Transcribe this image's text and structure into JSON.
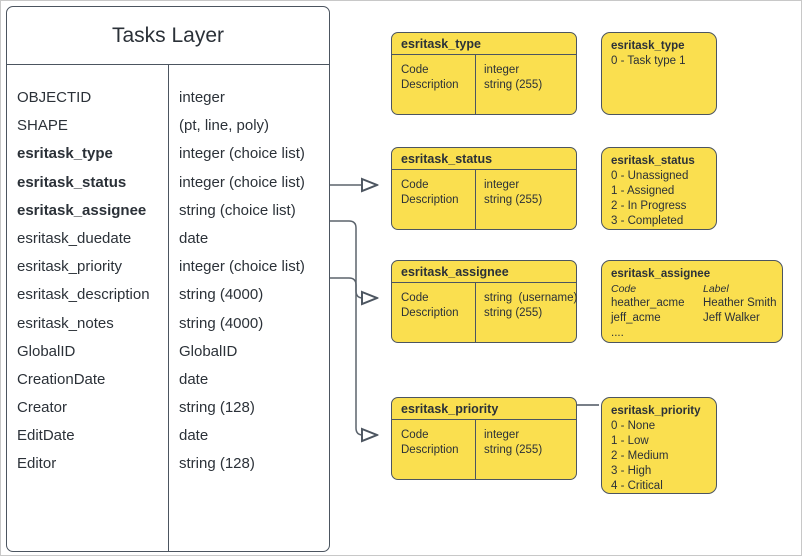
{
  "diagram": {
    "title": "Tasks Layer",
    "colors": {
      "domain_fill": "#FADF4F",
      "stroke": "#4C5560",
      "text": "#2B3138",
      "canvas_border": "#C8C8C8"
    }
  },
  "entity": {
    "title": "Tasks Layer",
    "fields": [
      {
        "name": "OBJECTID",
        "type": "integer",
        "key": false
      },
      {
        "name": "SHAPE",
        "type": "(pt, line, poly)",
        "key": false
      },
      {
        "name": "esritask_type",
        "type": "integer (choice list)",
        "key": true
      },
      {
        "name": "esritask_status",
        "type": "integer (choice list)",
        "key": true
      },
      {
        "name": "esritask_assignee",
        "type": "string (choice list)",
        "key": true
      },
      {
        "name": "esritask_duedate",
        "type": "date",
        "key": false
      },
      {
        "name": "esritask_priority",
        "type": "integer (choice list)",
        "key": false
      },
      {
        "name": "esritask_description",
        "type": "string (4000)",
        "key": false
      },
      {
        "name": "esritask_notes",
        "type": "string (4000)",
        "key": false
      },
      {
        "name": "GlobalID",
        "type": "GlobalID",
        "key": false
      },
      {
        "name": "CreationDate",
        "type": "date",
        "key": false
      },
      {
        "name": "Creator",
        "type": "string (128)",
        "key": false
      },
      {
        "name": "EditDate",
        "type": "date",
        "key": false
      },
      {
        "name": "Editor",
        "type": "string (128)",
        "key": false
      }
    ]
  },
  "domains": [
    {
      "id": "type",
      "title": "esritask_type",
      "left_rows": [
        "Code",
        "Description"
      ],
      "right_rows": [
        "integer",
        "string (255)"
      ]
    },
    {
      "id": "status",
      "title": "esritask_status",
      "left_rows": [
        "Code",
        "Description"
      ],
      "right_rows": [
        "integer",
        "string (255)"
      ]
    },
    {
      "id": "assignee",
      "title": "esritask_assignee",
      "left_rows": [
        "Code",
        "Description"
      ],
      "right_rows": [
        "string  (username)",
        "string (255)"
      ]
    },
    {
      "id": "priority",
      "title": "esritask_priority",
      "left_rows": [
        "Code",
        "Description"
      ],
      "right_rows": [
        "integer",
        "string (255)"
      ]
    }
  ],
  "value_lists": {
    "type": {
      "title": "esritask_type",
      "lines": [
        "0 - Task type 1"
      ]
    },
    "status": {
      "title": "esritask_status",
      "lines": [
        "0 - Unassigned",
        "1 - Assigned",
        "2 - In Progress",
        "3 - Completed"
      ]
    },
    "assignee": {
      "title": "esritask_assignee",
      "header": {
        "code": "Code",
        "label": "Label"
      },
      "rows": [
        {
          "code": "heather_acme",
          "label": "Heather Smith"
        },
        {
          "code": "jeff_acme",
          "label": "Jeff Walker"
        }
      ],
      "ellipsis": "...."
    },
    "priority": {
      "title": "esritask_priority",
      "lines": [
        "0 - None",
        "1 - Low",
        "2 - Medium",
        "3 - High",
        "4 - Critical"
      ]
    }
  }
}
